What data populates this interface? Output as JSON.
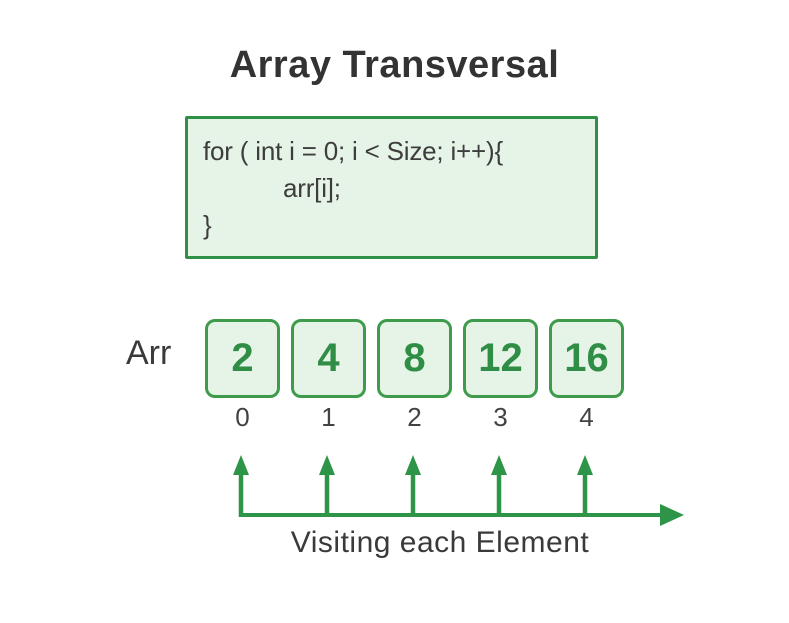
{
  "title": "Array Transversal",
  "code_block": {
    "lines": [
      "for ( int i = 0; i < Size; i++){",
      "arr[i];",
      "}"
    ]
  },
  "array": {
    "label": "Arr",
    "cells": [
      {
        "value": "2",
        "index": "0"
      },
      {
        "value": "4",
        "index": "1"
      },
      {
        "value": "8",
        "index": "2"
      },
      {
        "value": "12",
        "index": "3"
      },
      {
        "value": "16",
        "index": "4"
      }
    ]
  },
  "axis": {
    "caption": "Visiting each Element"
  },
  "colors": {
    "green_stroke": "#2e9447",
    "code_border_green": "#2e9147",
    "cell_border_green": "#3f9b4c",
    "light_green_fill": "#e6f4e7",
    "value_green": "#2f8d46",
    "text_dark": "#333333"
  }
}
